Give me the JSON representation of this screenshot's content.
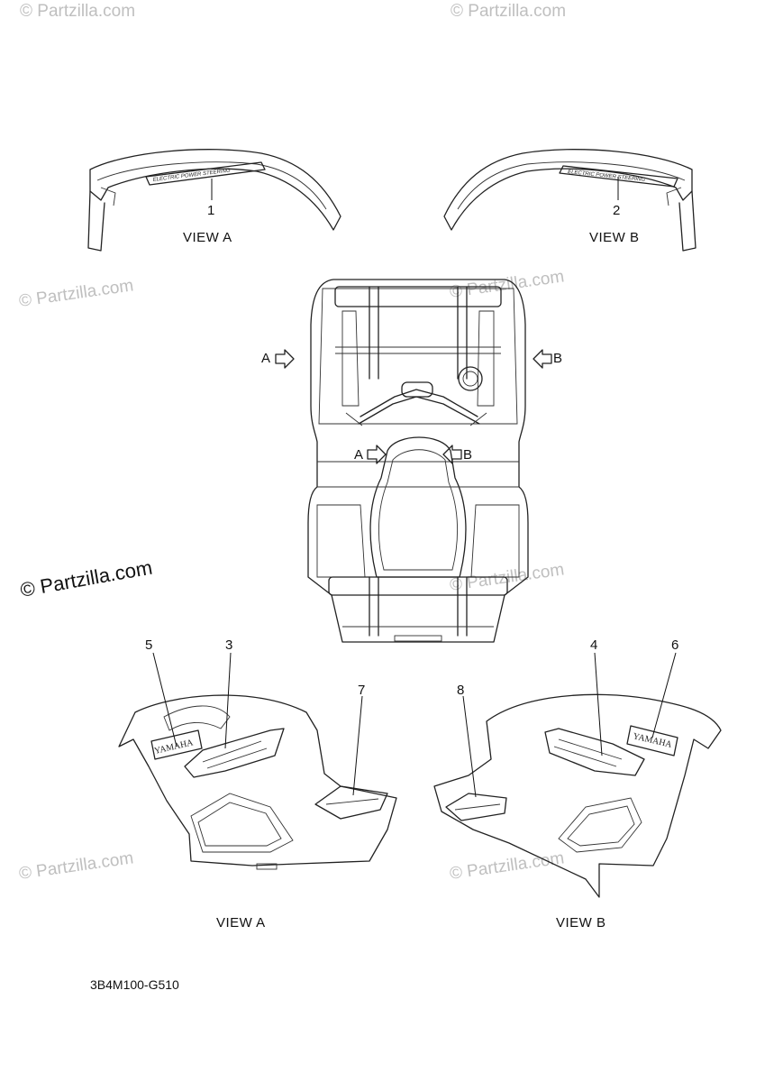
{
  "watermarks": {
    "text": "© Partzilla.com",
    "main": "© Partzilla.com"
  },
  "views": {
    "top_left": "VIEW A",
    "top_right": "VIEW B",
    "bottom_left": "VIEW A",
    "bottom_right": "VIEW B"
  },
  "callouts": {
    "c1": "1",
    "c2": "2",
    "c3": "3",
    "c4": "4",
    "c5": "5",
    "c6": "6",
    "c7": "7",
    "c8": "8"
  },
  "arrows": {
    "outer_left": "A",
    "outer_right": "B",
    "inner_left": "A",
    "inner_right": "B"
  },
  "decals": {
    "eps": "ELECTRIC POWER STEERING",
    "yamaha": "YAMAHA"
  },
  "diagram_code": "3B4M100-G510"
}
